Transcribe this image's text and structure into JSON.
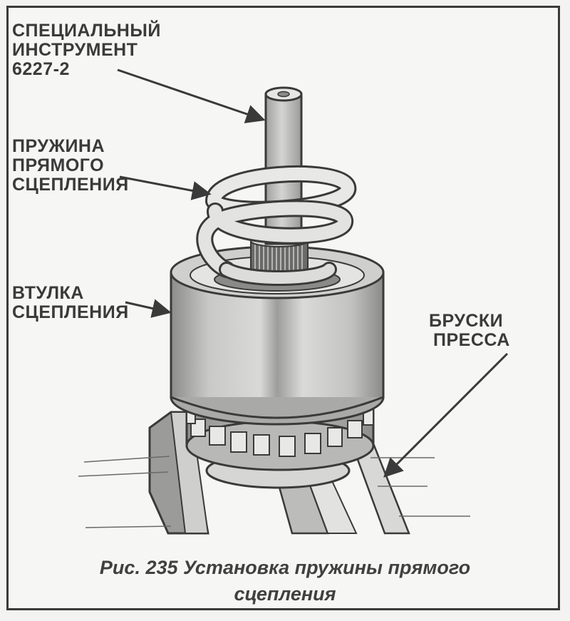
{
  "labels": {
    "tool": [
      "СПЕЦИАЛЬНЫЙ",
      "ИНСТРУМЕНТ",
      "6227-2"
    ],
    "spring": [
      "ПРУЖИНА",
      "ПРЯМОГО",
      "СЦЕПЛЕНИЯ"
    ],
    "hub": [
      "ВТУЛКА",
      "СЦЕПЛЕНИЯ"
    ],
    "blocks": [
      "БРУСКИ",
      "ПРЕССА"
    ]
  },
  "caption": [
    "Рис. 235 Установка пружины прямого",
    "сцепления"
  ],
  "colors": {
    "ink": "#3a3a3a",
    "paper": "#f6f6f4",
    "shade": "#9a9a98",
    "dark": "#5a5a58"
  }
}
